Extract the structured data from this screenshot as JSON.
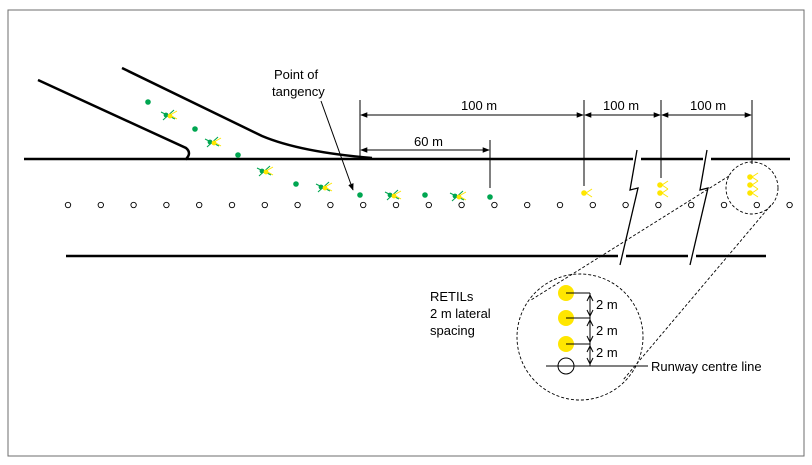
{
  "labels": {
    "point_of_tangency_line1": "Point of",
    "point_of_tangency_line2": "tangency",
    "dim_100_a": "100 m",
    "dim_100_b": "100 m",
    "dim_100_c": "100 m",
    "dim_60": "60 m",
    "retils_line1": "RETILs",
    "retils_line2": "2 m lateral",
    "retils_line3": "spacing",
    "spacing_top": "2 m",
    "spacing_mid": "2 m",
    "spacing_bottom": "2 m",
    "runway_centre_line": "Runway centre line"
  },
  "colors": {
    "line": "#000000",
    "green_light": "#00a651",
    "yellow_light": "#ffe600",
    "frame": "#6d6d6d"
  }
}
